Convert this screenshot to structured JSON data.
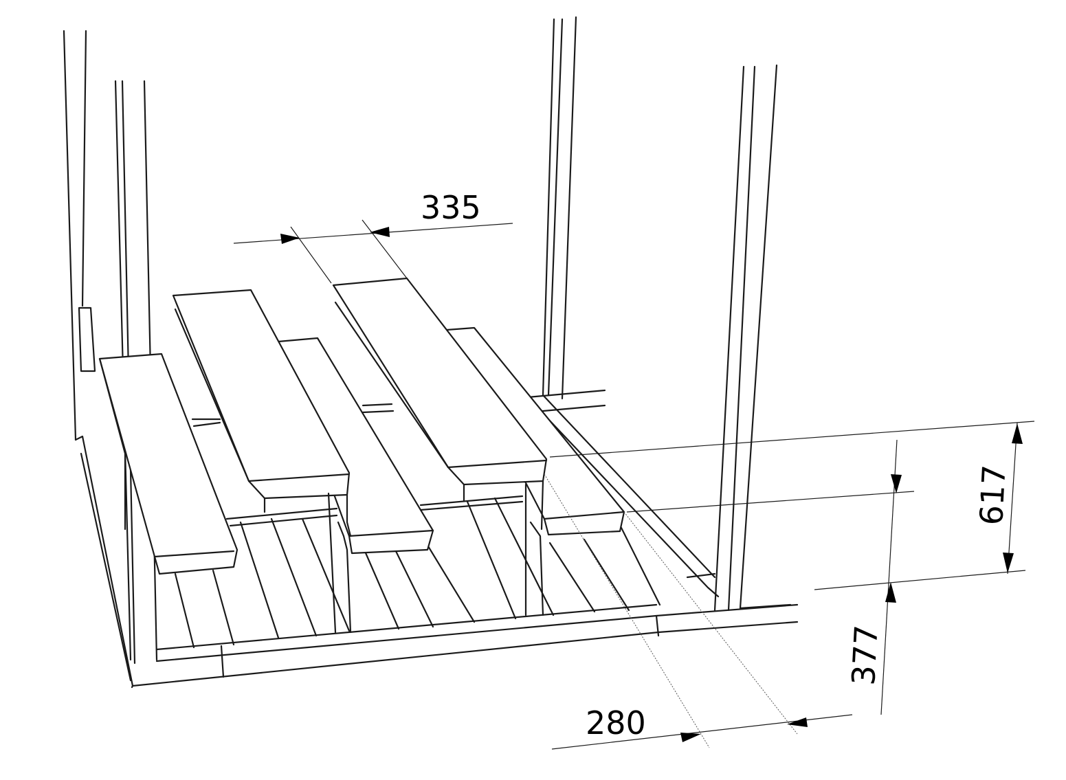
{
  "dimensions": {
    "top_width": "335",
    "depth": "280",
    "upper_height": "617",
    "lower_height": "377"
  }
}
